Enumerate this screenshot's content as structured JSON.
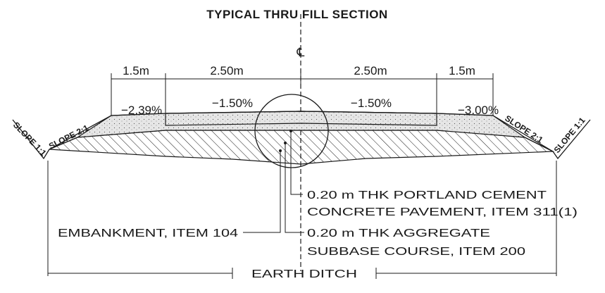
{
  "title": "TYPICAL THRU FILL SECTION",
  "centerline_symbol": "℄",
  "dimensions": {
    "left_shoulder": "1.5m",
    "left_lane": "2.50m",
    "right_lane": "2.50m",
    "right_shoulder": "1.5m"
  },
  "slopes": {
    "left_shoulder": "−2.39%",
    "left_lane": "−1.50%",
    "right_lane": "−1.50%",
    "right_shoulder": "−3.00%"
  },
  "side_slopes": {
    "left_outer": "SLOPE 1:1",
    "left_inner": "SLOPE 2:1",
    "right_inner": "SLOPE 2:1",
    "right_outer": "SLOPE 1:1"
  },
  "callouts": {
    "pavement_line1": "0.20 m THK PORTLAND CEMENT",
    "pavement_line2": "CONCRETE PAVEMENT, ITEM 311(1)",
    "embankment": "EMBANKMENT, ITEM 104",
    "subbase_line1": "0.20 m THK AGGREGATE",
    "subbase_line2": "SUBBASE COURSE, ITEM 200"
  },
  "ditch_label": "EARTH DITCH"
}
